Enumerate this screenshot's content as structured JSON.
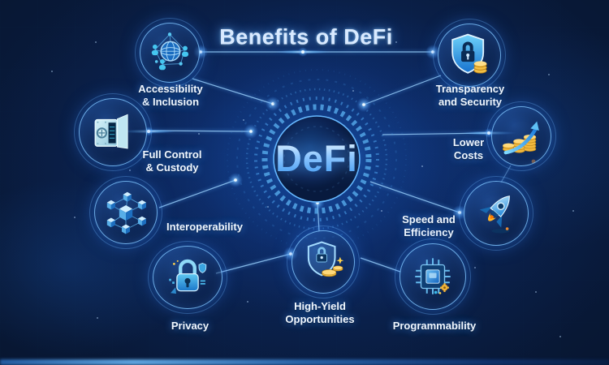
{
  "title": "Benefits of DeFi",
  "center": {
    "label": "DeFi"
  },
  "nodes": [
    {
      "id": "accessibility",
      "icon": "globe-network-icon",
      "lines": [
        "Accessibility",
        "& Inclusion"
      ]
    },
    {
      "id": "transparency",
      "icon": "shield-lock-coins-icon",
      "lines": [
        "Transparency",
        "and Security"
      ]
    },
    {
      "id": "full-control",
      "icon": "vault-icon",
      "lines": [
        "Full Control",
        "& Custody"
      ]
    },
    {
      "id": "lower-costs",
      "icon": "coin-stack-arrow-icon",
      "lines": [
        "Lower",
        "Costs"
      ]
    },
    {
      "id": "interoperability",
      "icon": "cube-network-icon",
      "lines": [
        "Interoperability"
      ]
    },
    {
      "id": "speed",
      "icon": "rocket-icon",
      "lines": [
        "Speed and",
        "Efficiency"
      ]
    },
    {
      "id": "privacy",
      "icon": "padlock-icon",
      "lines": [
        "Privacy"
      ]
    },
    {
      "id": "high-yield",
      "icon": "shield-coins-icon",
      "lines": [
        "High-Yield",
        "Opportunities"
      ]
    },
    {
      "id": "programmability",
      "icon": "cpu-chip-icon",
      "lines": [
        "Programmability"
      ]
    }
  ],
  "colors": {
    "background": "#081733",
    "accent": "#4da6ff",
    "ring": "#7dc3ff",
    "gold": "#f2c14e",
    "text": "#f0f7ff",
    "title_text": "#d9eaff"
  }
}
